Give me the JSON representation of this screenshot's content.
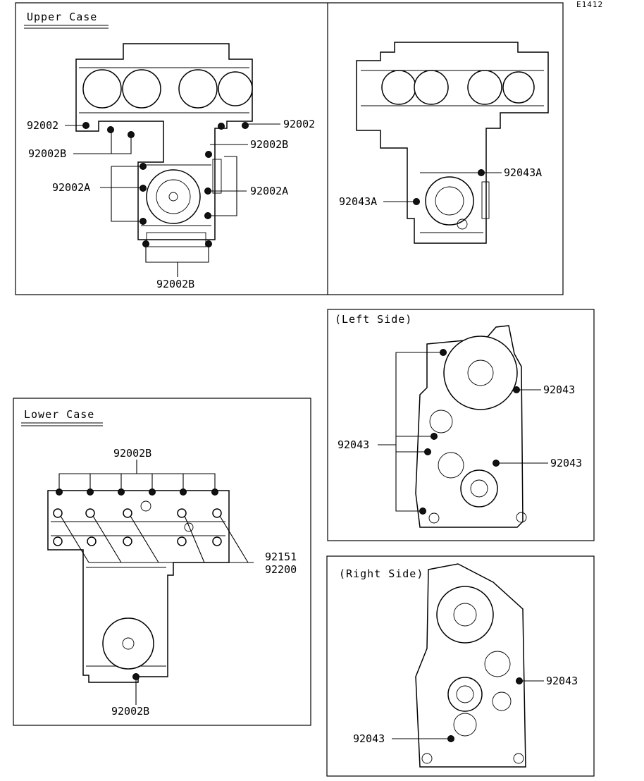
{
  "diagram_code": "E1412",
  "upper_case": {
    "title": "Upper Case",
    "left_labels": {
      "l92002_left": "92002",
      "l92002_right": "92002",
      "l92002B_left": "92002B",
      "l92002B_right": "92002B",
      "l92002A_left": "92002A",
      "l92002A_right": "92002A",
      "l92002B_bottom": "92002B"
    },
    "right_labels": {
      "l92043A_right": "92043A",
      "l92043A_left": "92043A"
    }
  },
  "lower_case": {
    "title": "Lower Case",
    "labels": {
      "l92002B_top": "92002B",
      "l92151": "92151",
      "l92200": "92200",
      "l92002B_bottom": "92002B"
    }
  },
  "left_side": {
    "title": "(Left Side)",
    "labels": {
      "l92043_upper_right": "92043",
      "l92043_left": "92043",
      "l92043_lower_right": "92043"
    }
  },
  "right_side": {
    "title": "(Right Side)",
    "labels": {
      "l92043_right": "92043",
      "l92043_left": "92043"
    }
  }
}
